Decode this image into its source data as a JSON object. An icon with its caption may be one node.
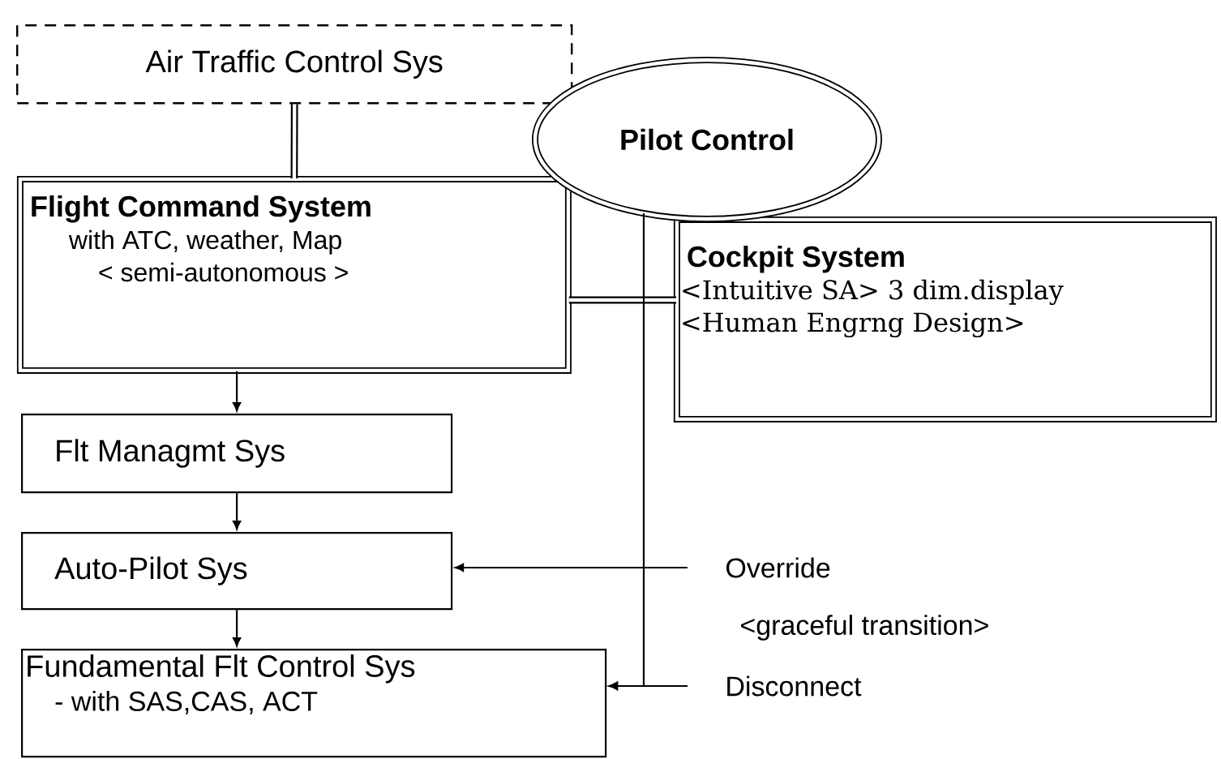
{
  "diagram": {
    "nodes": [
      {
        "text": [
          "Air Traffic Control Sys"
        ]
      },
      {
        "text": [
          "Pilot Control"
        ]
      },
      {
        "text": [
          "Flight Command System",
          "with ATC, weather, Map",
          "< semi-autonomous >"
        ]
      },
      {
        "text": [
          "Cockpit System",
          "<Intuitive SA> 3 dim.display",
          "<Human Engrng Design>"
        ]
      },
      {
        "text": [
          "Flt Managmt Sys"
        ]
      },
      {
        "text": [
          "Auto-Pilot Sys"
        ]
      },
      {
        "text": [
          "Fundamental Flt Control Sys",
          "- with SAS,CAS, ACT"
        ]
      },
      {
        "text": [
          "Override"
        ]
      },
      {
        "text": [
          "Disconnect"
        ]
      }
    ],
    "edges": [
      {
        "from": 0,
        "to": 2,
        "arrow": "none",
        "style": "thick"
      },
      {
        "from": 2,
        "to": 3,
        "arrow": "none",
        "style": "thick"
      },
      {
        "from": 1,
        "to": 6,
        "arrow": "to"
      },
      {
        "from": 7,
        "to": 5,
        "arrow": "to"
      },
      {
        "from": 8,
        "to": 6,
        "arrow": "to"
      },
      {
        "from": 2,
        "to": 4,
        "arrow": "to"
      },
      {
        "from": 4,
        "to": 5,
        "arrow": "to"
      },
      {
        "from": 5,
        "to": 6,
        "arrow": "to"
      }
    ],
    "labels": [
      "<graceful transition>"
    ]
  }
}
